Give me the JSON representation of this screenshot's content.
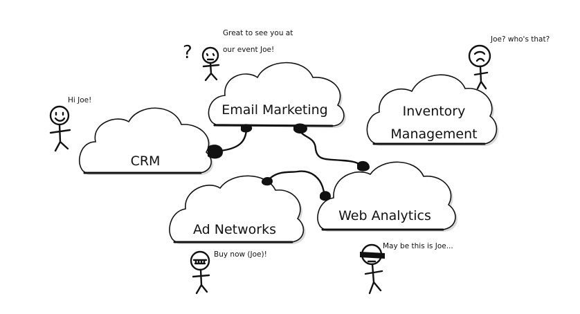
{
  "clouds": {
    "email_marketing": "Email Marketing",
    "inventory_line1": "Inventory",
    "inventory_line2": "Management",
    "crm": "CRM",
    "web_analytics": "Web Analytics",
    "ad_networks": "Ad Networks"
  },
  "speech": {
    "top_line1": "Great to see you at",
    "top_line2": "our event Joe!",
    "hi_joe": "Hi Joe!",
    "whos_that": "Joe? who's that?",
    "buy_now": "Buy now (Joe)!",
    "maybe": "May be this is Joe..."
  },
  "marks": {
    "question": "?"
  }
}
